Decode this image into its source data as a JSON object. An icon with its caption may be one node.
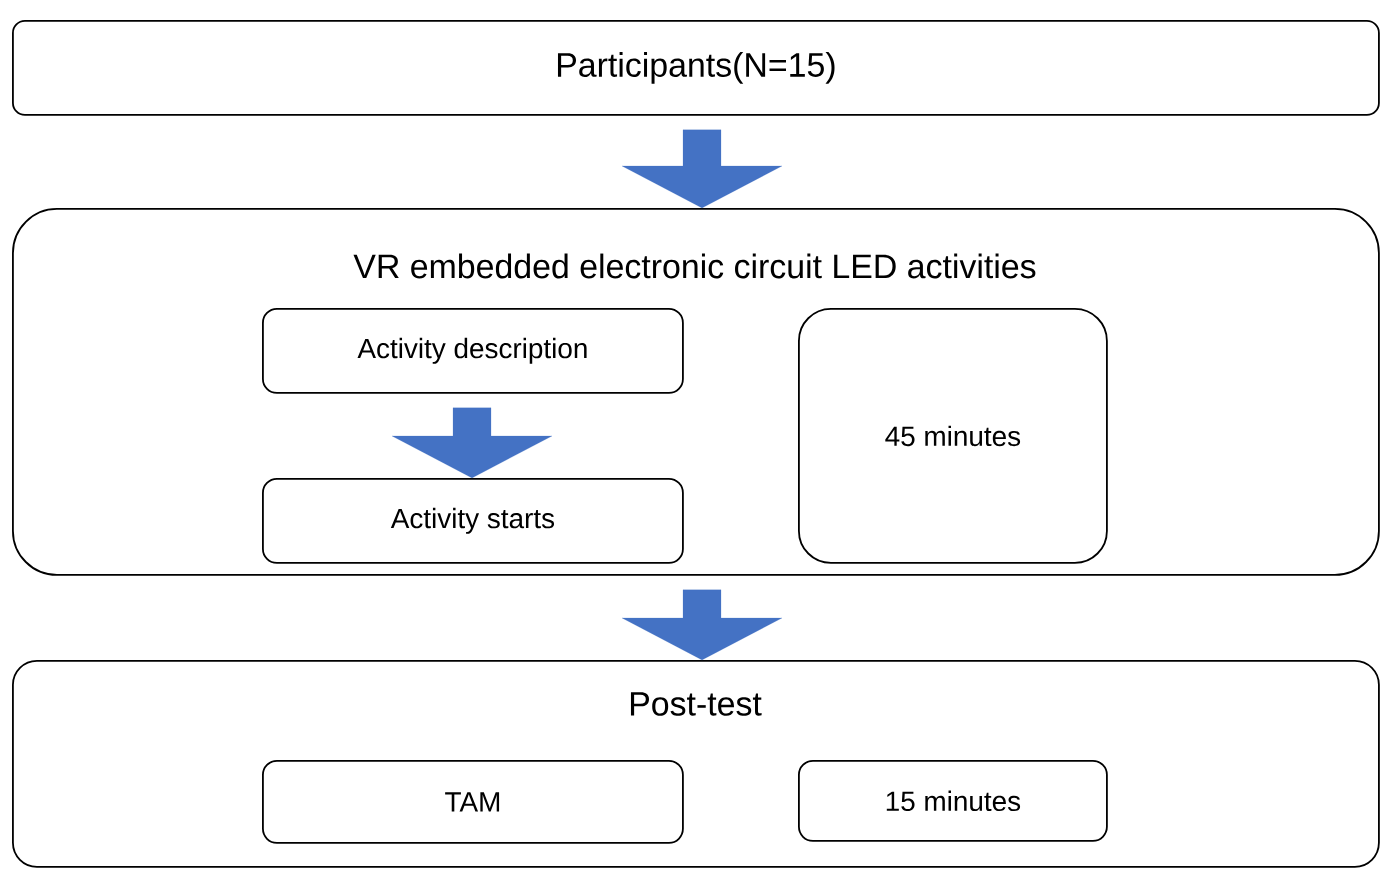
{
  "diagram": {
    "nodes": [
      {
        "text": [
          "Participants(N=15)"
        ]
      },
      {
        "text": [
          "VR embedded electronic circuit LED activities"
        ]
      },
      {
        "text": [
          "Activity description"
        ],
        "in": 1
      },
      {
        "text": [
          "Activity starts"
        ],
        "in": 1
      },
      {
        "text": [
          "45 minutes"
        ],
        "in": 1
      },
      {
        "text": [
          "Post-test"
        ]
      },
      {
        "text": [
          "TAM"
        ],
        "in": 5
      },
      {
        "text": [
          "15 minutes"
        ],
        "in": 5
      }
    ],
    "edges": [
      {
        "from": 0,
        "to": 1,
        "arrow": "to"
      },
      {
        "from": 2,
        "to": 3,
        "arrow": "to"
      },
      {
        "from": 1,
        "to": 5,
        "arrow": "to"
      }
    ]
  }
}
